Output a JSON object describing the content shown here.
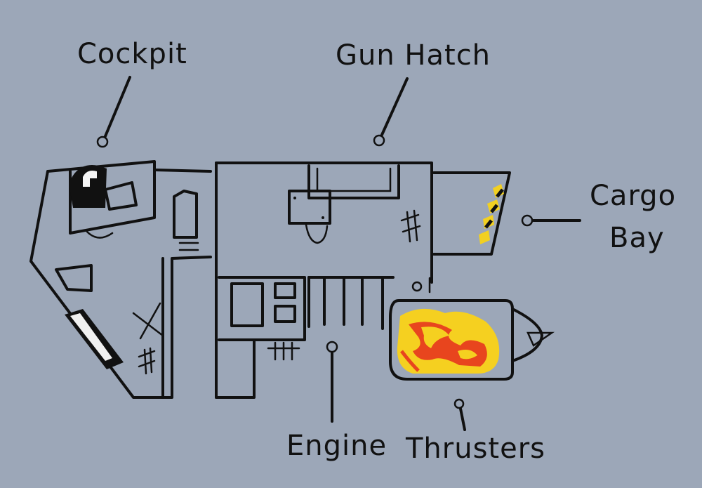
{
  "labels": {
    "cockpit": "Cockpit",
    "gun_hatch": "Gun Hatch",
    "cargo_bay_line1": "Cargo",
    "cargo_bay_line2": "Bay",
    "engine": "Engine",
    "thrusters": "Thrusters"
  },
  "colors": {
    "background": "#9ca7b8",
    "ink": "#111111",
    "flame_outer": "#f5d020",
    "flame_inner": "#e8451e",
    "hazard_stripe": "#f2d021"
  }
}
